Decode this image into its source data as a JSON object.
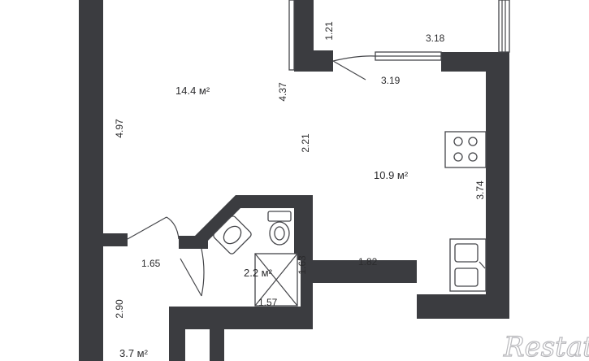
{
  "plan": {
    "areas": {
      "living_room": "14.4 м²",
      "kitchen": "10.9 м²",
      "bathroom": "2.2 м²",
      "hallway": "3.7 м²"
    },
    "dimensions": {
      "d_1_21": "1.21",
      "d_3_18": "3.18",
      "d_3_19": "3.19",
      "d_4_37": "4.37",
      "d_4_97": "4.97",
      "d_2_21": "2.21",
      "d_3_74": "3.74",
      "d_1_65": "1.65",
      "d_1_63": "1.63",
      "d_1_82": "1.82",
      "d_1_57": "1.57",
      "d_2_90": "2.90"
    },
    "watermark": "Restate"
  }
}
